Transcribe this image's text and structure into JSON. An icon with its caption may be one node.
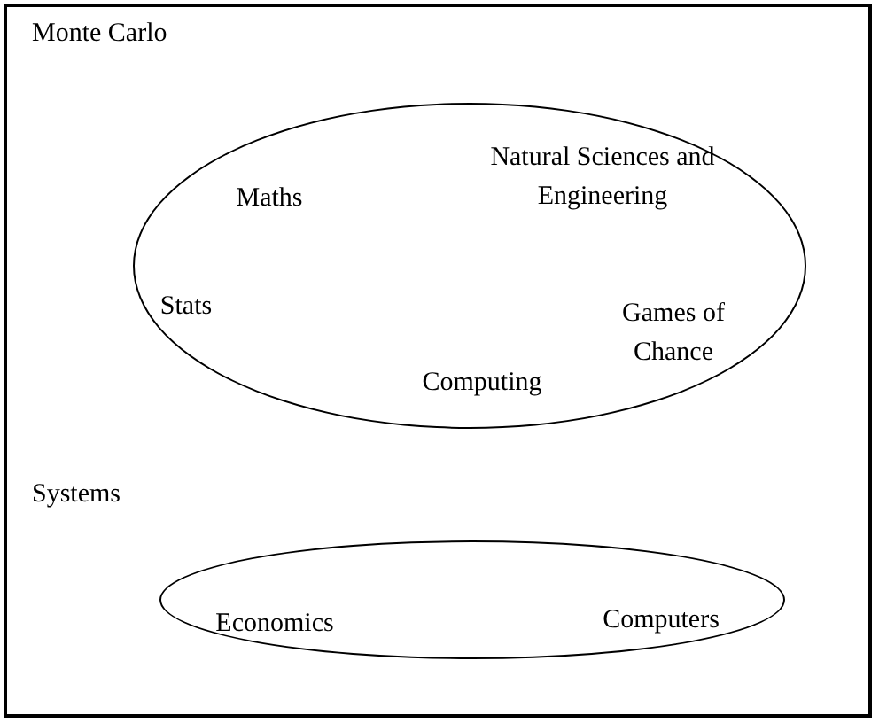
{
  "diagram": {
    "nodes": [
      {
        "text": [
          "Monte Carlo"
        ]
      },
      {
        "text": [
          "Maths"
        ],
        "in": 0
      },
      {
        "text": [
          "Natural Sciences and Engineering"
        ],
        "in": 0
      },
      {
        "text": [
          "Stats"
        ],
        "in": 0
      },
      {
        "text": [
          "Games of Chance"
        ],
        "in": 0
      },
      {
        "text": [
          "Computing"
        ],
        "in": 0
      },
      {
        "text": [
          "Systems"
        ]
      },
      {
        "text": [
          "Economics"
        ],
        "in": 6
      },
      {
        "text": [
          "Computers"
        ],
        "in": 6
      }
    ]
  }
}
